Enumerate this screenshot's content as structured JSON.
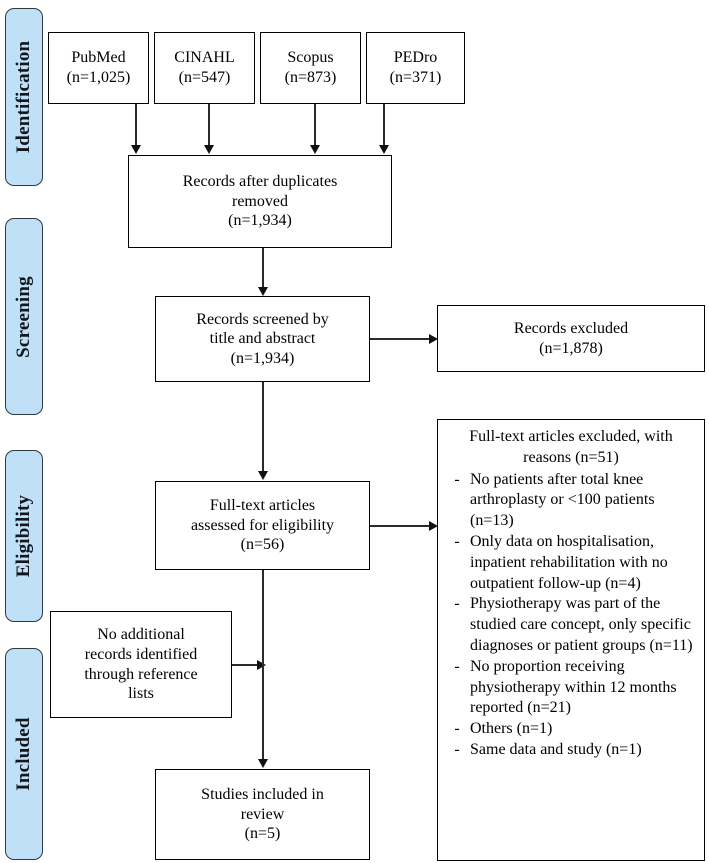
{
  "diagram": {
    "title": "PRISMA study selection flow diagram",
    "accent_color": "#bfe0f7",
    "border_color": "#000000",
    "connector_color": "#2b2b2b"
  },
  "stages": [
    {
      "id": "identification",
      "label": "Identification"
    },
    {
      "id": "screening",
      "label": "Screening"
    },
    {
      "id": "eligibility",
      "label": "Eligibility"
    },
    {
      "id": "included",
      "label": "Included"
    }
  ],
  "sources": [
    {
      "id": "pubmed",
      "text": "PubMed\n(n=1,025)"
    },
    {
      "id": "cinahl",
      "text": "CINAHL\n(n=547)"
    },
    {
      "id": "scopus",
      "text": "Scopus\n(n=873)"
    },
    {
      "id": "pedro",
      "text": "PEDro\n(n=371)"
    }
  ],
  "boxes": {
    "duplicates_removed": "Records after duplicates\nremoved\n(n=1,934)",
    "records_screened": "Records screened by\ntitle and abstract\n(n=1,934)",
    "records_excluded": "Records excluded\n(n=1,878)",
    "fulltext_assessed": "Full-text articles\nassessed for eligibility\n(n=56)",
    "additional_records": "No additional\nrecords identified\nthrough reference\nlists",
    "studies_included": "Studies included in\nreview\n(n=5)"
  },
  "excluded_reasons": {
    "heading": "Full-text articles excluded, with\nreasons (n=51)",
    "bullet": "-",
    "items": [
      "No patients after total knee arthroplasty or <100 patients (n=13)",
      "Only data on hospitalisation, inpatient rehabilitation with no outpatient follow-up (n=4)",
      "Physiotherapy was part of the studied care concept, only specific diagnoses or patient groups (n=11)",
      "No proportion receiving physiotherapy within 12 months reported (n=21)",
      "Others (n=1)",
      "Same data and study (n=1)"
    ]
  }
}
